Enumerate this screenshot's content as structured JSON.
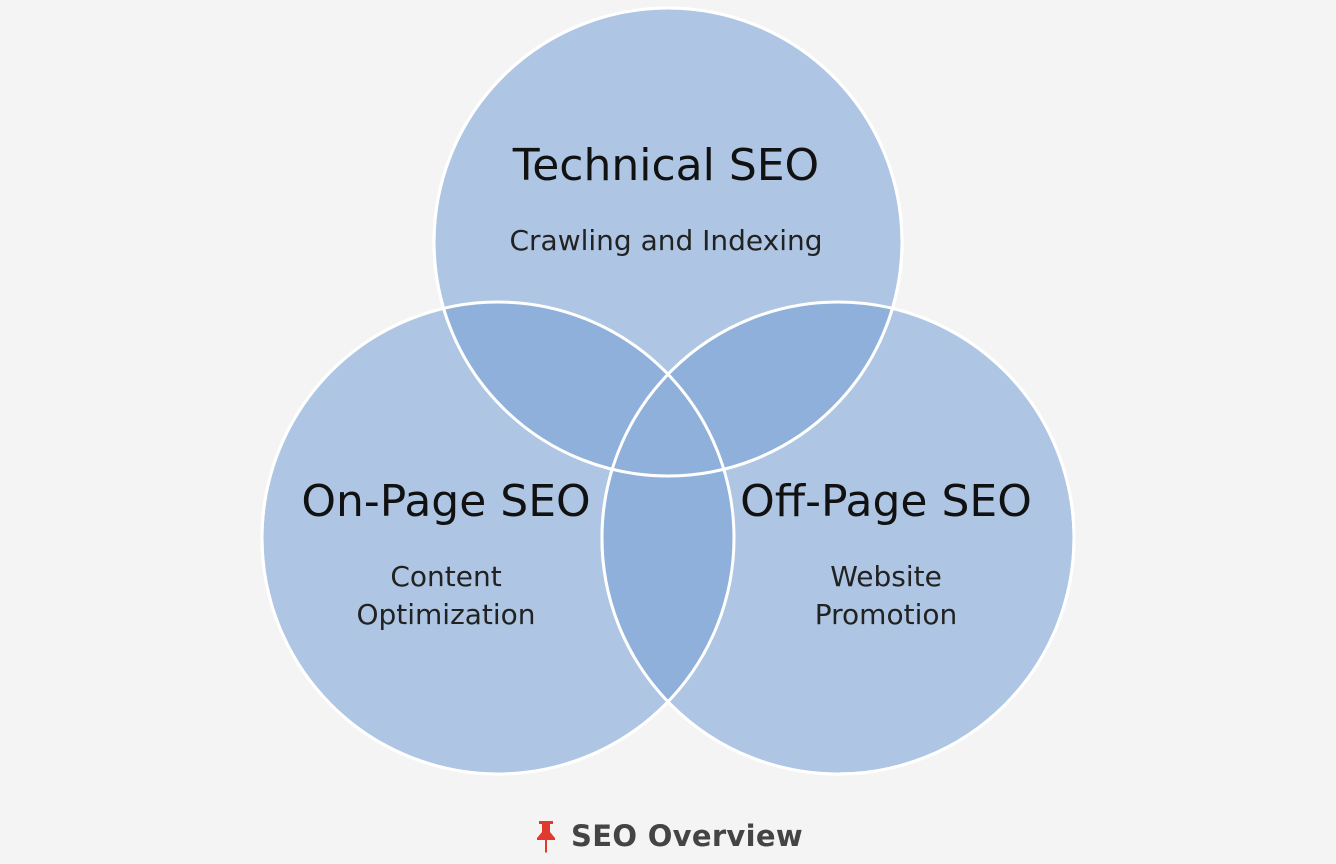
{
  "diagram": {
    "type": "venn",
    "circles": [
      {
        "id": "technical",
        "title": "Technical SEO",
        "subtitle_lines": [
          "Crawling and Indexing"
        ]
      },
      {
        "id": "onpage",
        "title": "On-Page SEO",
        "subtitle_lines": [
          "Content",
          "Optimization"
        ]
      },
      {
        "id": "offpage",
        "title": "Off-Page SEO",
        "subtitle_lines": [
          "Website",
          "Promotion"
        ]
      }
    ],
    "colors": {
      "circle_fill": "#aec6e3",
      "overlap_fill": "#8eb0da",
      "outline": "#ffffff"
    }
  },
  "caption": {
    "icon": "pin-icon",
    "icon_color": "#e03a2f",
    "text": "SEO Overview"
  }
}
